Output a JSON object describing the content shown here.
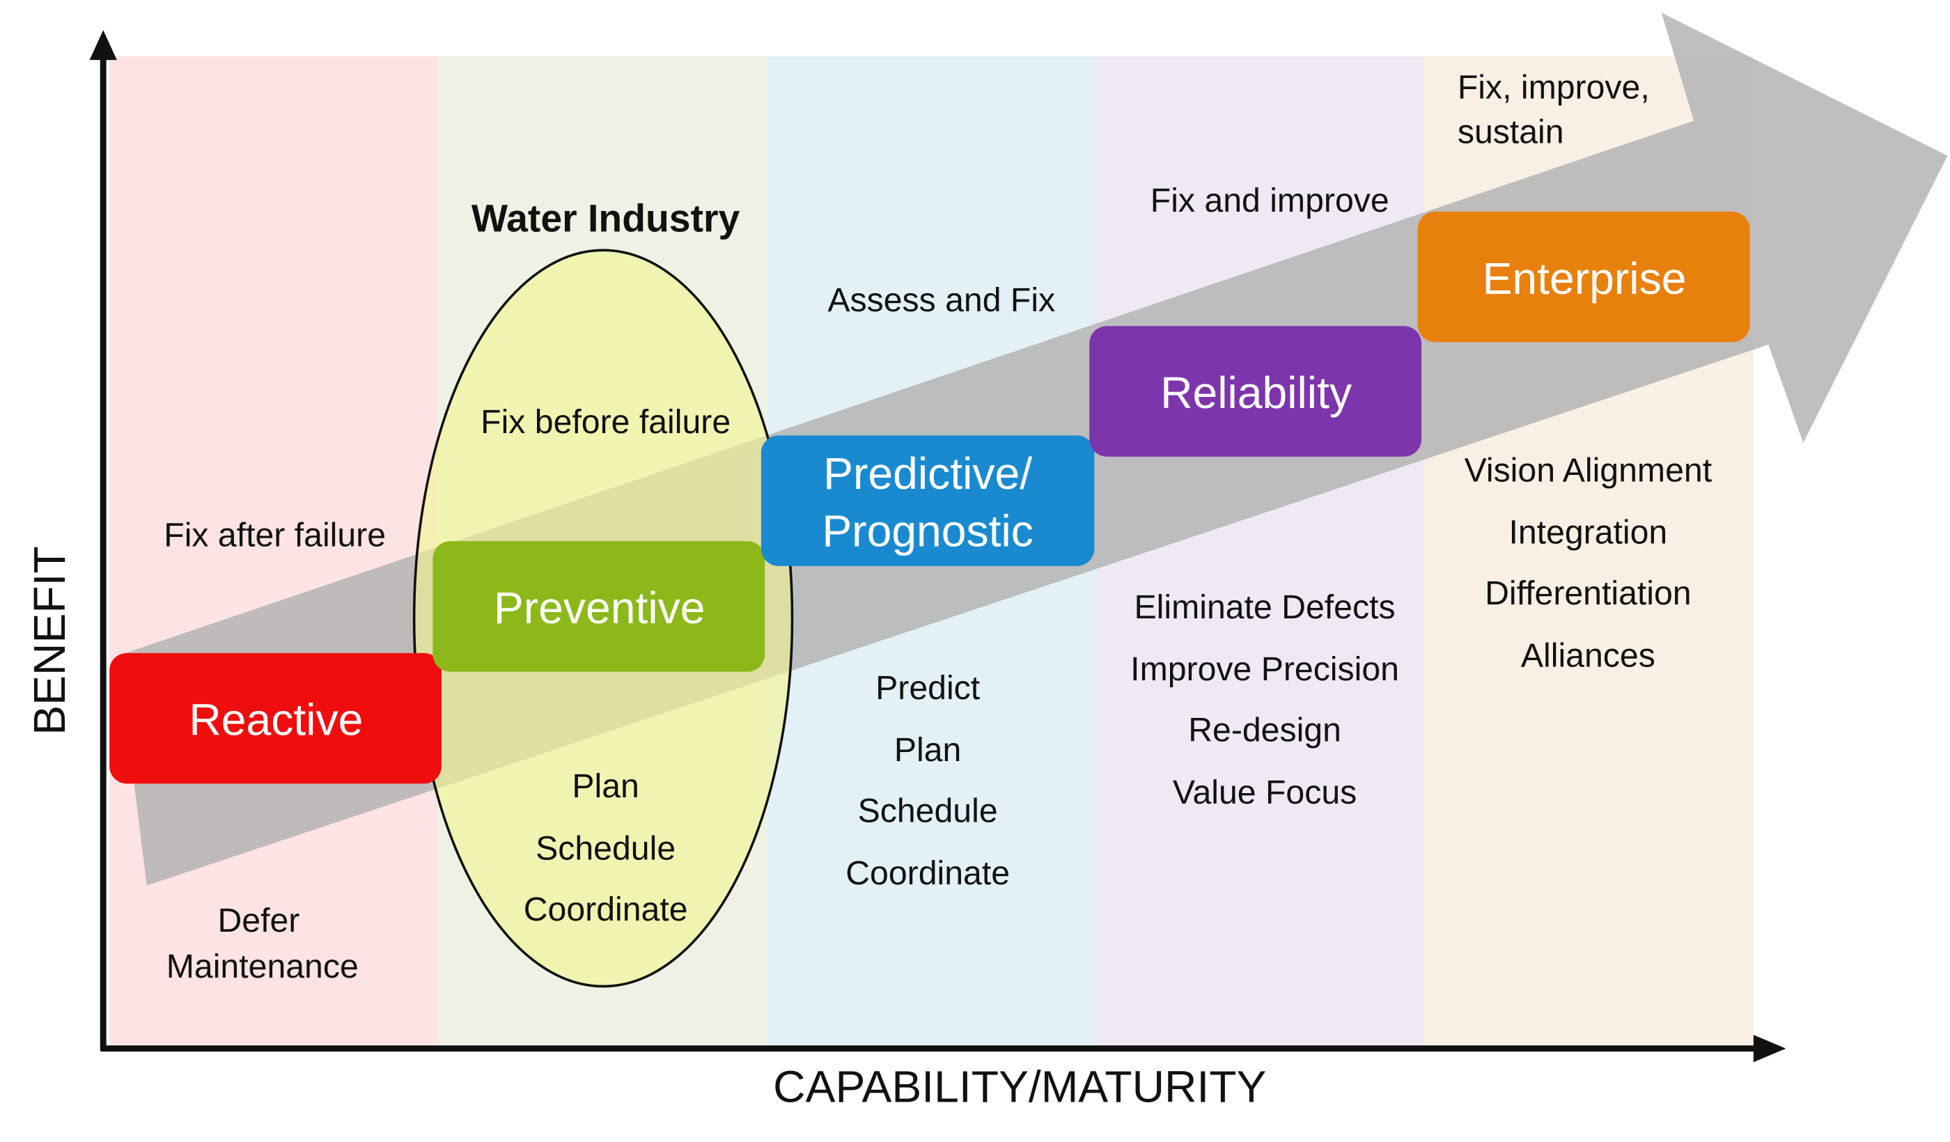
{
  "axes": {
    "x_label": "CAPABILITY/MATURITY",
    "y_label": "BENEFIT"
  },
  "ellipse_title": "Water Industry",
  "stages": [
    {
      "name": "Reactive",
      "color": "#f00d0d",
      "band_color": "#fde3e3",
      "approach": "Fix after failure",
      "activities": [
        "Defer",
        "Maintenance"
      ]
    },
    {
      "name": "Preventive",
      "color": "#8cb81a",
      "band_color": "#eef2e4",
      "approach": "Fix before failure",
      "activities": [
        "Plan",
        "Schedule",
        "Coordinate"
      ]
    },
    {
      "name": [
        "Predictive/",
        "Prognostic"
      ],
      "color": "#1a8ad0",
      "band_color": "#e3f0f6",
      "approach": "Assess and Fix",
      "activities": [
        "Predict",
        "Plan",
        "Schedule",
        "Coordinate"
      ]
    },
    {
      "name": "Reliability",
      "color": "#7c35aa",
      "band_color": "#f0e8f4",
      "approach": "Fix and improve",
      "activities": [
        "Eliminate Defects",
        "Improve Precision",
        "Re-design",
        "Value Focus"
      ]
    },
    {
      "name": "Enterprise",
      "color": "#e8800c",
      "band_color": "#faefe4",
      "approach": [
        "Fix, improve,",
        "sustain"
      ],
      "activities": [
        "Vision Alignment",
        "Integration",
        "Differentiation",
        "Alliances"
      ]
    }
  ]
}
